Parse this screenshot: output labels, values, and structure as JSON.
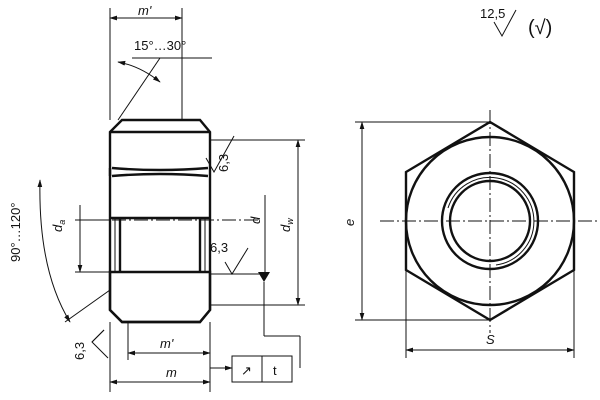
{
  "drawing": {
    "surface": {
      "main": "12,5",
      "parenthetical": "(√)"
    },
    "angles": {
      "chamfer_top": "15°…30°",
      "countersink": "90°…120°"
    },
    "roughness": {
      "chamfer_side": "6,3",
      "bore": "6,3",
      "bottom_left": "6,3"
    },
    "dims": {
      "m_prime_top": "m'",
      "m_prime_bottom": "m'",
      "m": "m",
      "d": "d",
      "d_w_base": "d",
      "d_w_sub": "w",
      "d_a_base": "d",
      "d_a_sub": "a",
      "e": "e",
      "s": "S"
    },
    "tolerance_frame": {
      "symbol": "↗",
      "datum": "t"
    }
  }
}
